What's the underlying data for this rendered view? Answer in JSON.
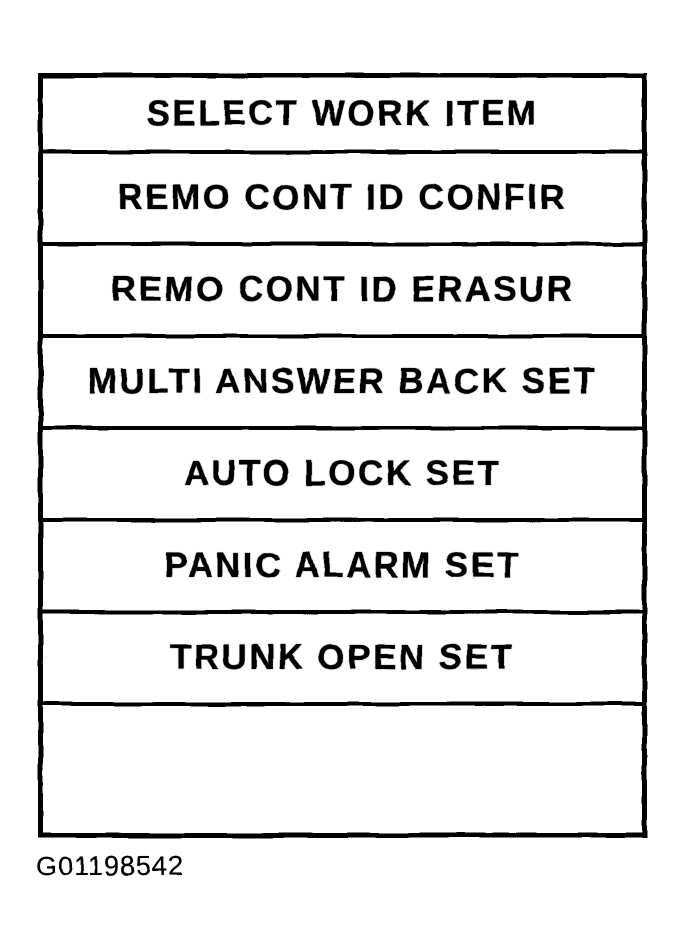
{
  "menu": {
    "title": "SELECT WORK ITEM",
    "items": [
      {
        "label": "REMO CONT ID CONFIR"
      },
      {
        "label": "REMO CONT ID ERASUR"
      },
      {
        "label": "MULTI ANSWER BACK SET"
      },
      {
        "label": "AUTO LOCK SET"
      },
      {
        "label": "PANIC ALARM SET"
      },
      {
        "label": "TRUNK OPEN SET"
      },
      {
        "label": ""
      }
    ]
  },
  "figure": {
    "caption": "G01198542"
  },
  "colors": {
    "ink": "#000000",
    "paper": "#ffffff"
  }
}
